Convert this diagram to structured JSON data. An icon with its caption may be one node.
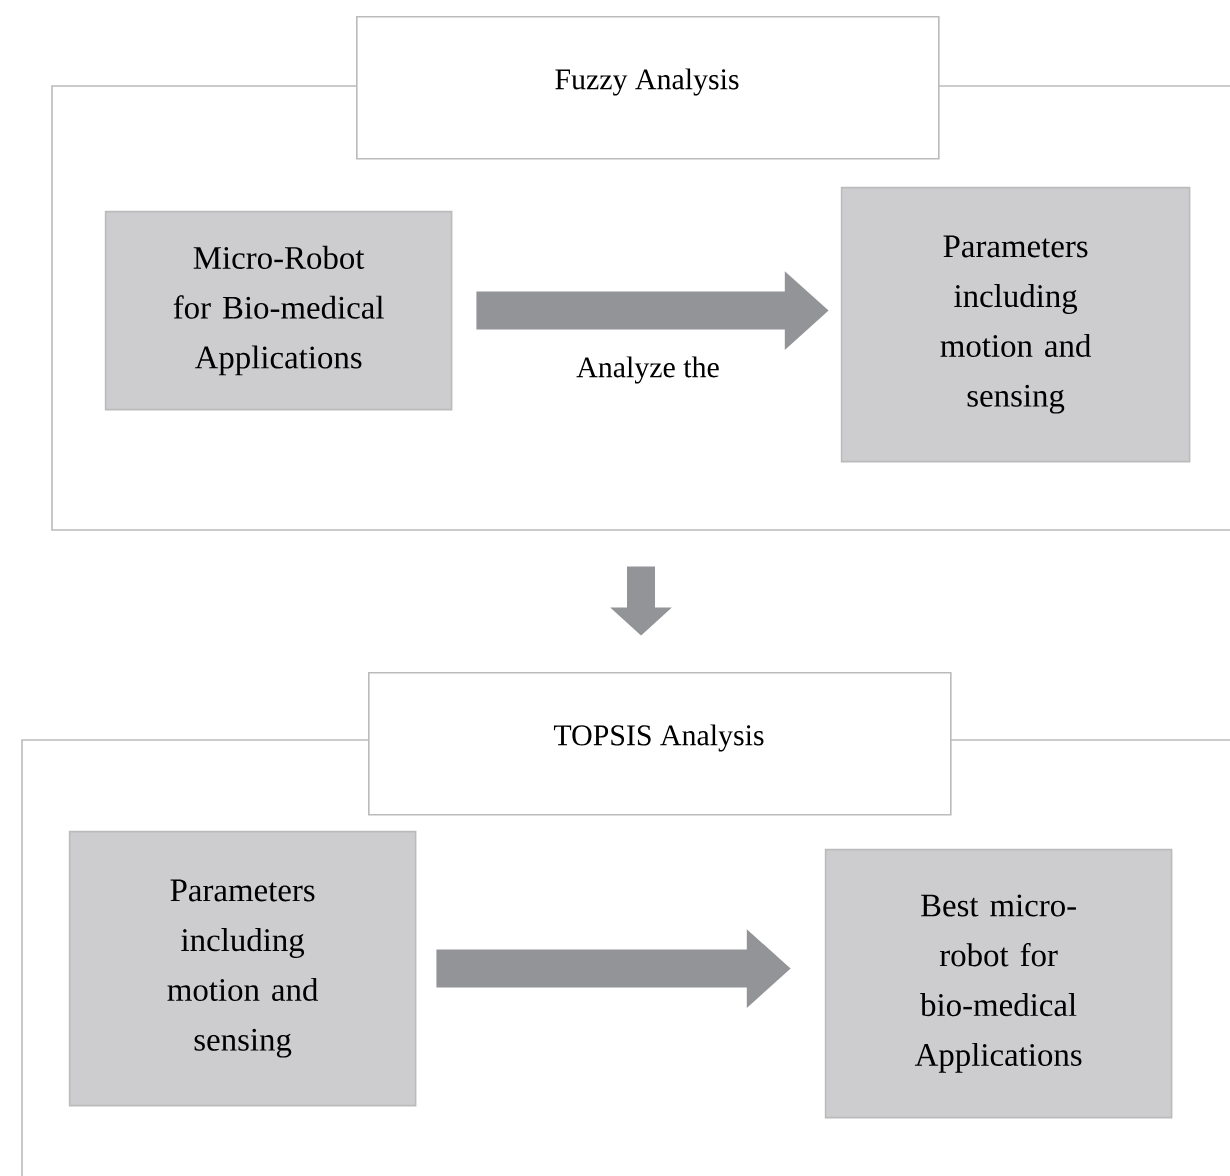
{
  "diagram": {
    "nodes": [
      {
        "text": [
          "Fuzzy Analysis"
        ]
      },
      {
        "text": [
          "Micro-Robot for Bio-medical Applications"
        ],
        "in": 0
      },
      {
        "text": [
          "Parameters including motion and sensing"
        ],
        "in": 0
      },
      {
        "text": [
          "TOPSIS Analysis"
        ]
      },
      {
        "text": [
          "Parameters including motion and sensing"
        ],
        "in": 3
      },
      {
        "text": [
          "Best micro-robot for bio-medical Applications"
        ],
        "in": 3
      }
    ],
    "edges": [
      {
        "from": 1,
        "to": 2,
        "arrow": "to",
        "label": "Analyze the"
      },
      {
        "from": 0,
        "to": 3,
        "arrow": "to"
      },
      {
        "from": 4,
        "to": 5,
        "arrow": "to"
      }
    ]
  }
}
